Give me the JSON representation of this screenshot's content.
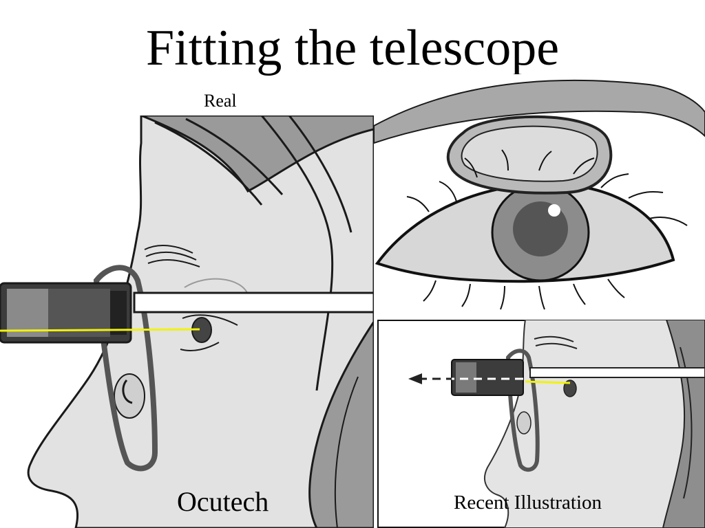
{
  "slide": {
    "title": "Fitting the telescope",
    "label_real": "Real",
    "caption_left": "Ocutech",
    "caption_right": "Recent Illustration"
  },
  "illustrations": {
    "left": "profile-face-with-telescope-glasses-icon",
    "top_right": "eye-with-lens-ring-icon",
    "bottom_right": "profile-with-telescope-and-arrow-icon"
  },
  "colors": {
    "sightline": "#f2f20a",
    "skin": "#e2e2e2",
    "outline": "#1a1a1a"
  }
}
